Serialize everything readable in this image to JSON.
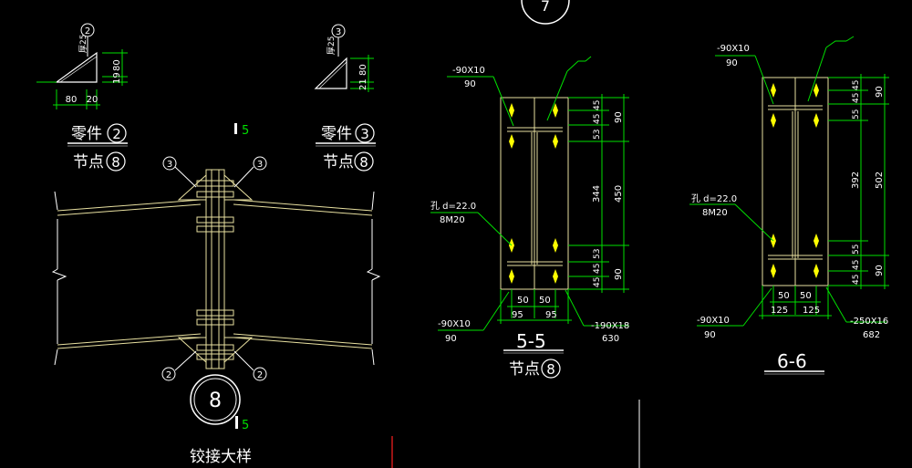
{
  "colors": {
    "background": "#000000",
    "plate_outline": "#e8e0a0",
    "dimension": "#00e000",
    "bolt": "#ffff00",
    "text": "#ffffff",
    "section_mark": "#00ffff",
    "red_line": "#ff2020"
  },
  "top_circle": {
    "label": "7"
  },
  "part2": {
    "title": "零件",
    "number": "2",
    "node_label": "节点",
    "node_number": "8",
    "callout": "2",
    "thickness": "厚25",
    "dim_bottom_1": "80",
    "dim_bottom_2": "20",
    "dim_right_1": "19",
    "dim_right_2": "80"
  },
  "part3": {
    "title": "零件",
    "number": "3",
    "node_label": "节点",
    "node_number": "8",
    "callout": "3",
    "thickness": "厚25",
    "dim_right_1": "21",
    "dim_right_2": "80"
  },
  "hinge_detail": {
    "section_mark_top": "5",
    "section_mark_bottom": "5",
    "callout_top_left": "3",
    "callout_top_right": "3",
    "callout_bottom_left": "2",
    "callout_bottom_right": "2",
    "node_number": "8",
    "title": "铰接大样"
  },
  "section_5_5": {
    "plate_top_label": "-90X10",
    "plate_top_sub": "90",
    "hole_label": "孔 d=22.0",
    "bolt_label": "8M20",
    "plate_bottom_left_label": "-90X10",
    "plate_bottom_left_sub": "90",
    "plate_bottom_right_label": "-190X18",
    "plate_bottom_right_sub": "630",
    "dims_right_inner": [
      "45",
      "45",
      "53",
      "53",
      "45",
      "45"
    ],
    "dims_right_mid": [
      "90",
      "344",
      "90"
    ],
    "dim_right_outer": "450",
    "dims_bottom_inner": [
      "50",
      "50"
    ],
    "dims_bottom_outer": [
      "95",
      "95"
    ],
    "title": "5-5",
    "node_label": "节点",
    "node_number": "8"
  },
  "section_6_6": {
    "plate_top_label": "-90X10",
    "plate_top_sub": "90",
    "hole_label": "孔 d=22.0",
    "bolt_label": "8M20",
    "plate_bottom_left_label": "-90X10",
    "plate_bottom_left_sub": "90",
    "plate_bottom_right_label": "-250X16",
    "plate_bottom_right_sub": "682",
    "dims_right_inner": [
      "45",
      "45",
      "55",
      "55",
      "45",
      "45"
    ],
    "dims_right_mid": [
      "90",
      "392",
      "90"
    ],
    "dim_right_outer": "502",
    "dims_bottom_inner": [
      "50",
      "50"
    ],
    "dims_bottom_outer": [
      "125",
      "125"
    ],
    "title": "6-6"
  }
}
